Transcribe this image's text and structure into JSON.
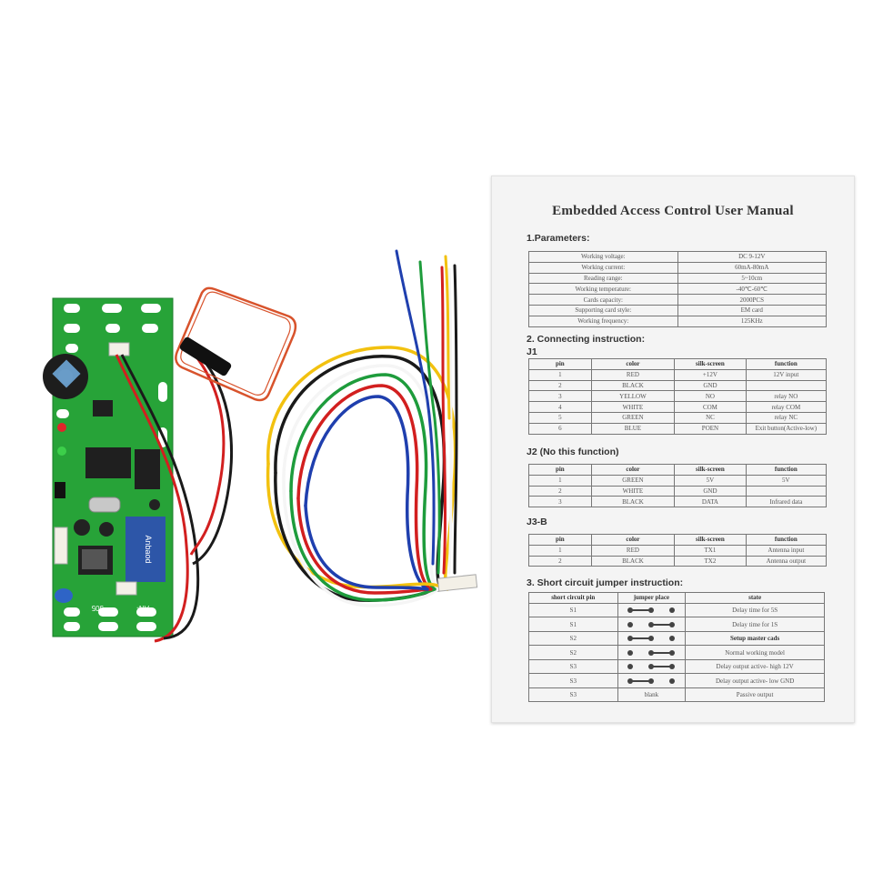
{
  "manual": {
    "title": "Embedded Access Control User Manual",
    "s1_heading": "1.Parameters:",
    "parameters": [
      {
        "name": "Working voltage:",
        "value": "DC 9-12V"
      },
      {
        "name": "Working current:",
        "value": "60mA-80mA"
      },
      {
        "name": "Reading range:",
        "value": "5~10cm"
      },
      {
        "name": "Working temperature:",
        "value": "-40℃-60℃"
      },
      {
        "name": "Cards capacity:",
        "value": "2000PCS"
      },
      {
        "name": "Supporting card style:",
        "value": "EM card"
      },
      {
        "name": "Working frequency:",
        "value": "125KHz"
      }
    ],
    "s2_heading": "2. Connecting instruction:",
    "j1_label": "J1",
    "conn_headers": [
      "pin",
      "color",
      "silk-screen",
      "function"
    ],
    "j1_rows": [
      [
        "1",
        "RED",
        "+12V",
        "12V input"
      ],
      [
        "2",
        "BLACK",
        "GND",
        ""
      ],
      [
        "3",
        "YELLOW",
        "NO",
        "relay NO"
      ],
      [
        "4",
        "WHITE",
        "COM",
        "relay COM"
      ],
      [
        "5",
        "GREEN",
        "NC",
        "relay NC"
      ],
      [
        "6",
        "BLUE",
        "POEN",
        "Exit button(Active-low)"
      ]
    ],
    "j2_label": "J2 (No this function)",
    "j2_rows": [
      [
        "1",
        "GREEN",
        "5V",
        "5V"
      ],
      [
        "2",
        "WHITE",
        "GND",
        ""
      ],
      [
        "3",
        "BLACK",
        "DATA",
        "Infrared data"
      ]
    ],
    "j3_label": "J3-B",
    "j3_rows": [
      [
        "1",
        "RED",
        "TX1",
        "Antenna input"
      ],
      [
        "2",
        "BLACK",
        "TX2",
        "Antenna output"
      ]
    ],
    "s3_heading": "3. Short circuit jumper instruction:",
    "jumper_headers": [
      "short circuit pin",
      "jumper place",
      "state"
    ],
    "jumper_rows": [
      {
        "pin": "S1",
        "jumper": "left",
        "state": "Delay time for 5S"
      },
      {
        "pin": "S1",
        "jumper": "right",
        "state": "Delay time for 1S"
      },
      {
        "pin": "S2",
        "jumper": "left",
        "state": "Setup master cads"
      },
      {
        "pin": "S2",
        "jumper": "right",
        "state": "Normal working model"
      },
      {
        "pin": "S3",
        "jumper": "right",
        "state": "Delay output active- high 12V"
      },
      {
        "pin": "S3",
        "jumper": "left",
        "state": "Delay output active- low GND"
      },
      {
        "pin": "S3",
        "jumper": "blank",
        "blank_text": "blank",
        "state": "Passive output"
      }
    ]
  },
  "board": {
    "marks": {
      "chip_label": "Anbaod",
      "model_label": "AN-",
      "code_label": "505"
    }
  },
  "colors": {
    "pcb_green": "#27a338",
    "wire_red": "#d21f1f",
    "wire_black": "#1a1a1a",
    "wire_yellow": "#f2c10f",
    "wire_white": "#f5f5f5",
    "wire_green": "#1e9c3c",
    "wire_blue": "#1f3fae",
    "antenna_coil": "#d8532c"
  }
}
